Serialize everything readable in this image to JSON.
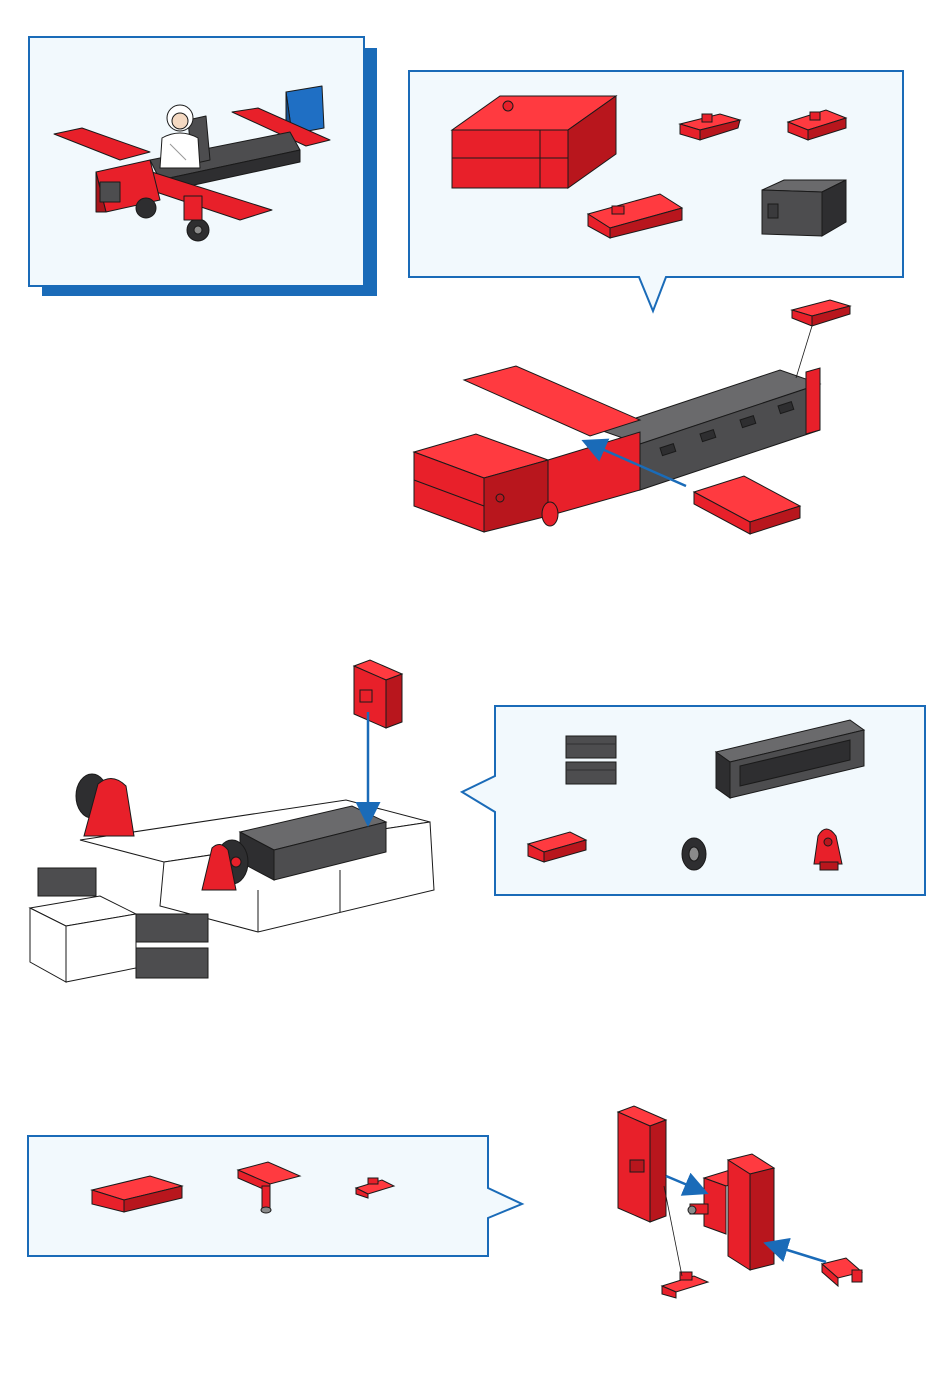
{
  "page": {
    "description_free": true
  },
  "colors": {
    "accent_blue": "#1a6bb8",
    "callout_bg": "#f2f9fd",
    "part_red": "#e8202a",
    "part_red_dark": "#a8141b",
    "part_grey": "#4d4d4f",
    "part_grey_dark": "#2e2e30",
    "part_white": "#ffffff",
    "outline": "#1a1a1a"
  },
  "steps": [
    {
      "id": "overview",
      "icons": [
        "airplane-model-icon",
        "pilot-figure-icon"
      ]
    },
    {
      "id": "step-fuselage",
      "parts": [
        "red-double-block-icon",
        "red-bracket-small-icon",
        "red-bracket-small-icon",
        "red-flat-block-icon",
        "grey-building-block-icon"
      ]
    },
    {
      "id": "step-cockpit",
      "parts": [
        "grey-clip-block-icon",
        "grey-long-box-icon",
        "red-angle-piece-icon",
        "tire-icon",
        "red-wheel-holder-icon"
      ]
    },
    {
      "id": "step-connector",
      "parts": [
        "red-flat-slot-block-icon",
        "red-hinge-axle-icon",
        "red-small-clip-icon"
      ]
    }
  ]
}
